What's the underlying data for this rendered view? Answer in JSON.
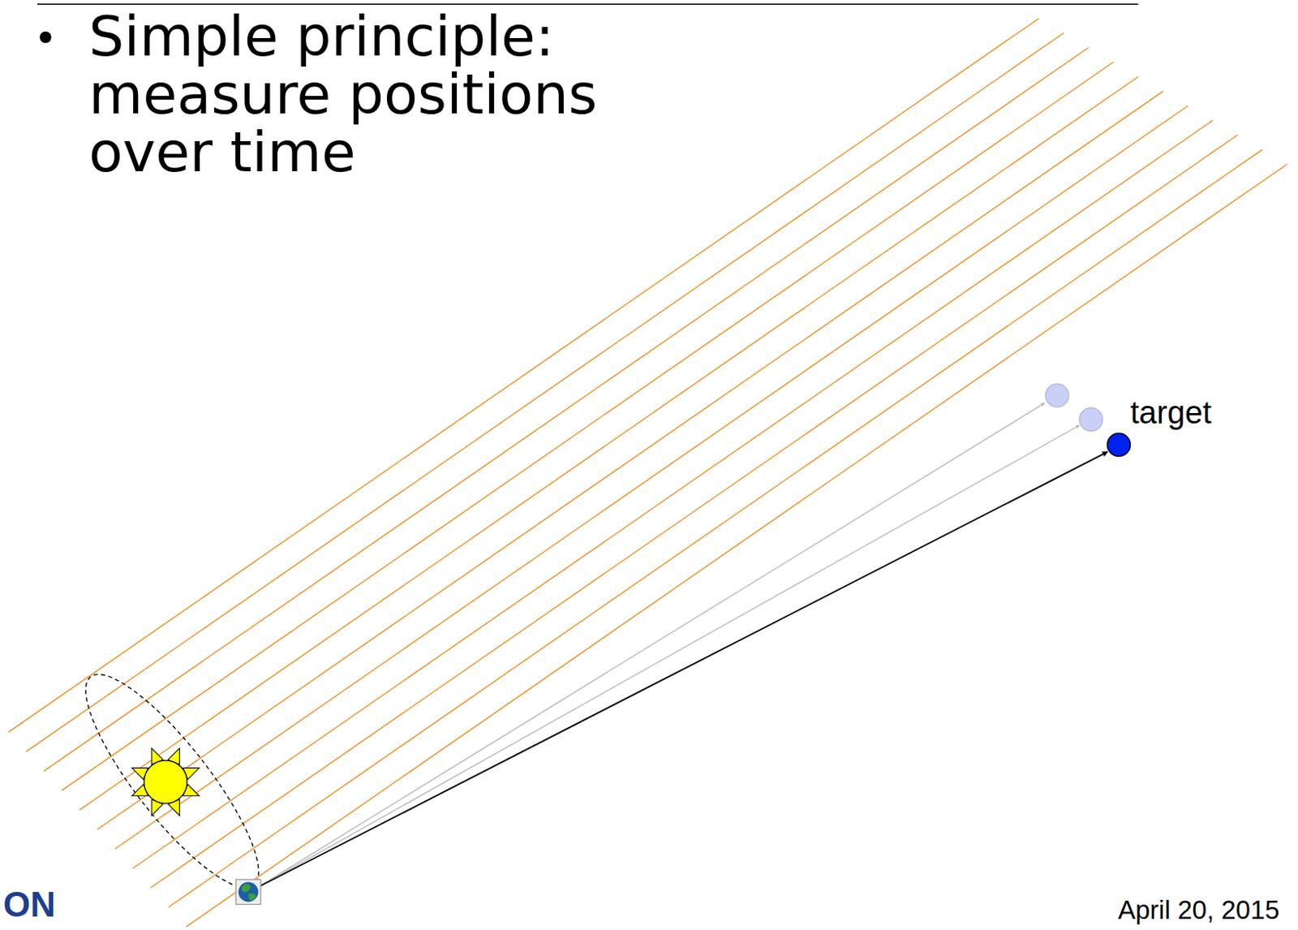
{
  "diagram": {
    "nodes": [
      {
        "text": [
          "target"
        ]
      }
    ],
    "labels": [
      "Simple principle: measure positions over time",
      "ON",
      "April 20, 2015"
    ]
  }
}
